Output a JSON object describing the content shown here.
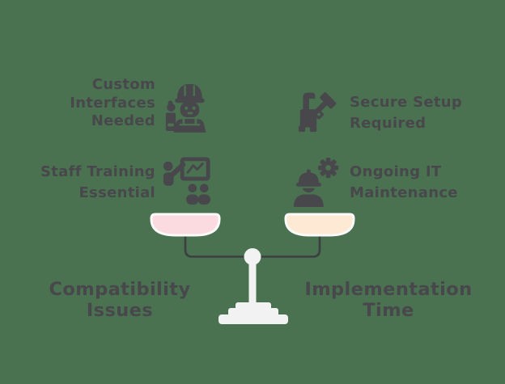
{
  "title": "Self-hosted solution trade-offs balance diagram",
  "colors": {
    "background": "#4b7250",
    "text": "#47474c",
    "icon": "#47474c",
    "beam": "#3c3f42",
    "stand": "#f2f2f2",
    "left_pan_fill": "#fbdbe0",
    "right_pan_fill": "#fde9d4"
  },
  "factors": {
    "custom_interfaces": {
      "icon": "engineer-worker-icon",
      "lines": [
        "Custom",
        "Interfaces",
        "Needed"
      ]
    },
    "secure_setup": {
      "icon": "installation-tools-icon",
      "lines": [
        "Secure Setup",
        "Required"
      ]
    },
    "staff_training": {
      "icon": "training-presentation-icon",
      "lines": [
        "Staff Training",
        "Essential"
      ]
    },
    "ongoing_maintenance": {
      "icon": "worker-gear-icon",
      "lines": [
        "Ongoing IT",
        "Maintenance"
      ]
    }
  },
  "scale": {
    "left_label": "Compatibility Issues",
    "right_label": "Implementation Time",
    "left_pan": "pink-pan",
    "right_pan": "peach-pan"
  }
}
